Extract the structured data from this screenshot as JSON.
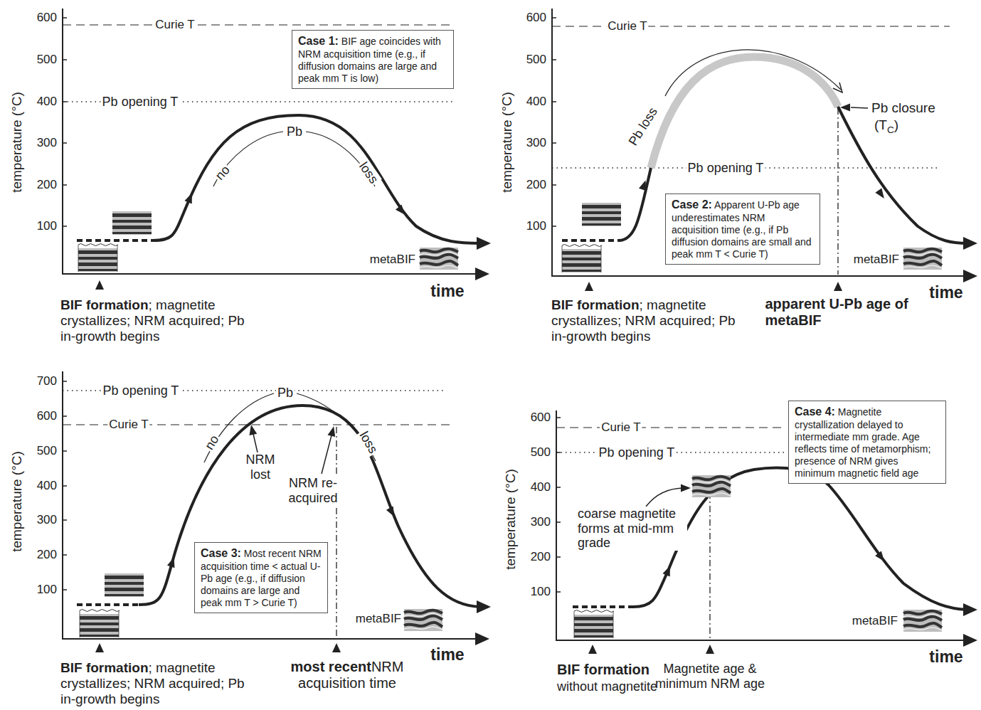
{
  "diagram": {
    "nodes": [
      {
        "text": [
          "Case 1:",
          "BIF age coincides with NRM acquisition time (e.g., if diffusion domains are large and peak mm T is low)"
        ]
      },
      {
        "text": [
          "Case 2:",
          "Apparent U-Pb age underestimates NRM acquisition time (e.g., if Pb diffusion domains are small and peak mm T < Curie T)"
        ]
      },
      {
        "text": [
          "Case 3:",
          "Most recent NRM acquisition time < actual U-Pb age (e.g., if diffusion domains are large and peak mm T > Curie T)"
        ]
      },
      {
        "text": [
          "Case 4:",
          "Magnetite crystallization delayed to intermediate mm grade. Age reflects time of metamorphism; presence of NRM gives minimum magnetic field age"
        ]
      }
    ],
    "labels": [
      "600",
      "500",
      "400",
      "300",
      "200",
      "100",
      "temperature (°C)",
      "Curie T",
      "Pb opening T",
      "no",
      "Pb",
      "loss",
      "metaBIF",
      "time",
      "BIF formation",
      "; magnetite crystallizes; NRM acquired; Pb in-growth begins",
      "600",
      "500",
      "400",
      "300",
      "200",
      "100",
      "temperature (°C)",
      "Curie T",
      "Pb loss",
      "Pb closure",
      "(T",
      "C",
      ")",
      "Pb opening T",
      "metaBIF",
      "time",
      "BIF formation",
      "; magnetite crystallizes; NRM acquired; Pb in-growth begins",
      "apparent U-Pb age of metaBIF",
      "700",
      "600",
      "500",
      "400",
      "300",
      "200",
      "100",
      "temperature (°C)",
      "Pb opening T",
      "Curie T",
      "Pb",
      "no",
      "loss",
      "NRM lost",
      "NRM re-acquired",
      "metaBIF",
      "time",
      "BIF formation",
      "; magnetite crystallizes; NRM acquired; Pb in-growth begins",
      "most recent",
      "NRM acquisition time",
      "600",
      "500",
      "400",
      "300",
      "200",
      "100",
      "temperature (°C)",
      "Curie T",
      "Pb opening T",
      "coarse magnetite forms at mid-mm grade",
      "metaBIF",
      "time",
      "BIF formation",
      "without magnetite",
      "Magnetite age & minimum NRM age"
    ]
  }
}
